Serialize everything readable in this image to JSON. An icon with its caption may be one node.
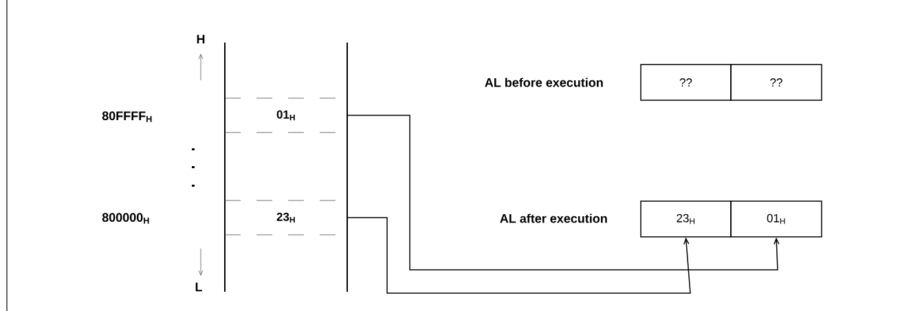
{
  "diagram": {
    "nodes": [
      {
        "text": [
          "01$_{H}$"
        ]
      },
      {
        "text": [
          "23$_{H}$"
        ]
      },
      {
        "text": [
          "??"
        ]
      },
      {
        "text": [
          "??"
        ]
      },
      {
        "text": [
          "23$_{H}$"
        ]
      },
      {
        "text": [
          "01$_{H}$"
        ]
      }
    ],
    "edges": [
      {
        "from": 0,
        "to": 5,
        "arrow": "to"
      },
      {
        "from": 1,
        "to": 4,
        "arrow": "to"
      }
    ],
    "labels": [
      "H",
      "80FFFF$_{H}$",
      "AL before execution",
      "800000$_{H}$",
      "AL after execution",
      "L"
    ]
  }
}
